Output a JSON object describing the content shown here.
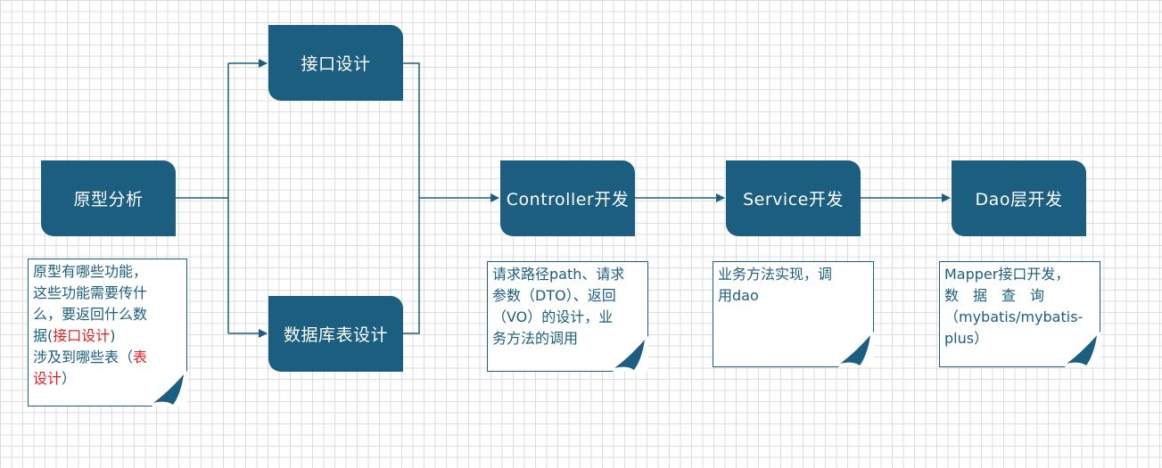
{
  "nodes": {
    "prototype": "原型分析",
    "api_design": "接口设计",
    "db_design": "数据库表设计",
    "controller": "Controller开发",
    "service": "Service开发",
    "dao": "Dao层开发"
  },
  "notes": {
    "prototype": {
      "line1": "原型有哪些功能，",
      "line2": "这些功能需要传什",
      "line3": "么，要返回什么数",
      "line4_pre": "据(",
      "line4_red": "接口设计",
      "line4_post": ")",
      "line5_pre": "涉及到哪些表（",
      "line5_red": "表",
      "line6_red": "设计",
      "line6_post": "）"
    },
    "controller": {
      "line1": "请求路径path、请求",
      "line2": "参数（DTO）、返回",
      "line3": "（VO）的设计，业",
      "line4": "务方法的调用"
    },
    "service": {
      "line1": "业务方法实现，调",
      "line2": "用dao"
    },
    "dao": {
      "line1": "Mapper接口开发，",
      "line2": "数　据　查　询",
      "line3": "（mybatis/mybatis-",
      "line4": "plus）"
    }
  },
  "colors": {
    "node_fill": "#1b5e7f",
    "connector": "#1b5e7f",
    "highlight_text": "#e81e1e"
  }
}
